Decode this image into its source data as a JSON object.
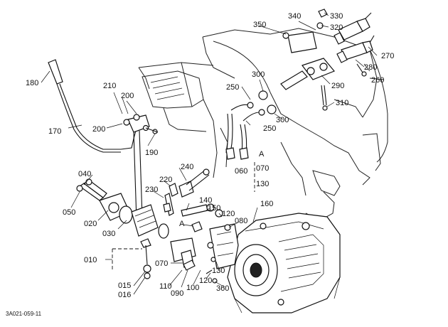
{
  "diagram": {
    "code": "3A021-059-11",
    "group_label": {
      "a": "A",
      "n070": "070",
      "n130": "130",
      "n060": "060"
    },
    "callout_a": "A",
    "labels": [
      {
        "id": "180",
        "text": "180"
      },
      {
        "id": "170",
        "text": "170"
      },
      {
        "id": "210",
        "text": "210"
      },
      {
        "id": "200a",
        "text": "200"
      },
      {
        "id": "200b",
        "text": "200"
      },
      {
        "id": "190",
        "text": "190"
      },
      {
        "id": "350",
        "text": "350"
      },
      {
        "id": "340",
        "text": "340"
      },
      {
        "id": "330",
        "text": "330"
      },
      {
        "id": "320",
        "text": "320"
      },
      {
        "id": "270",
        "text": "270"
      },
      {
        "id": "280",
        "text": "280"
      },
      {
        "id": "260",
        "text": "260"
      },
      {
        "id": "290",
        "text": "290"
      },
      {
        "id": "300a",
        "text": "300"
      },
      {
        "id": "300b",
        "text": "300"
      },
      {
        "id": "250a",
        "text": "250"
      },
      {
        "id": "250b",
        "text": "250"
      },
      {
        "id": "310",
        "text": "310"
      },
      {
        "id": "240",
        "text": "240"
      },
      {
        "id": "220",
        "text": "220"
      },
      {
        "id": "230",
        "text": "230"
      },
      {
        "id": "040",
        "text": "040"
      },
      {
        "id": "050",
        "text": "050"
      },
      {
        "id": "020",
        "text": "020"
      },
      {
        "id": "030",
        "text": "030"
      },
      {
        "id": "140",
        "text": "140"
      },
      {
        "id": "150",
        "text": "150"
      },
      {
        "id": "120a",
        "text": "120"
      },
      {
        "id": "080",
        "text": "080"
      },
      {
        "id": "160",
        "text": "160"
      },
      {
        "id": "010",
        "text": "010"
      },
      {
        "id": "070",
        "text": "070"
      },
      {
        "id": "015",
        "text": "015"
      },
      {
        "id": "016",
        "text": "016"
      },
      {
        "id": "110",
        "text": "110"
      },
      {
        "id": "090",
        "text": "090"
      },
      {
        "id": "100",
        "text": "100"
      },
      {
        "id": "120b",
        "text": "120"
      },
      {
        "id": "130",
        "text": "130"
      },
      {
        "id": "360",
        "text": "360"
      }
    ]
  }
}
